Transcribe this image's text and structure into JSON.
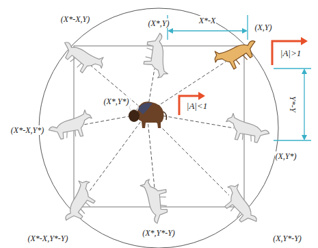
{
  "diagram": {
    "labels": [
      "(X*-X,Y)",
      "(X*,Y)",
      "X*-X",
      "(X,Y)",
      "|A|>1",
      "Y*-Y",
      "(X*,Y*)",
      "|A|<1",
      "(X*-X,Y*)",
      "(X,Y*)",
      "(X*-X,Y*-Y)",
      "(X*,Y*-Y)",
      "(X,Y*-Y)"
    ]
  }
}
